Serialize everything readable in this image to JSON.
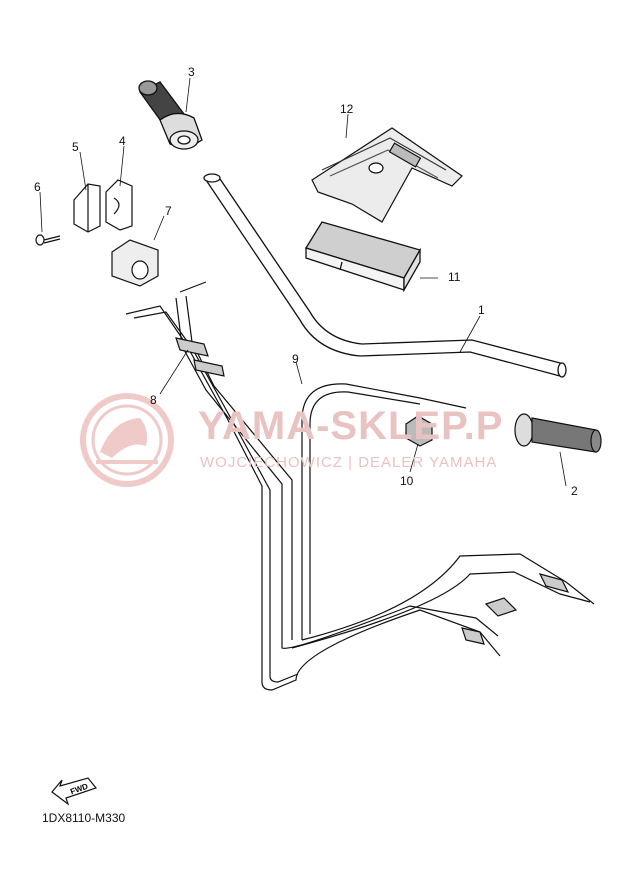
{
  "diagram_code": "1DX8110-M330",
  "fwd_label": "FWD",
  "watermark": {
    "title": "YAMA-SKLEP.P",
    "subtitle": "WOJCIECHOWICZ | DEALER YAMAHA"
  },
  "callouts": [
    {
      "id": "1",
      "part": "handlebar"
    },
    {
      "id": "2",
      "part": "grip-right"
    },
    {
      "id": "3",
      "part": "throttle-grip"
    },
    {
      "id": "4",
      "part": "handlebar-holder-upper"
    },
    {
      "id": "5",
      "part": "handlebar-holder"
    },
    {
      "id": "6",
      "part": "bolt"
    },
    {
      "id": "7",
      "part": "holder-block"
    },
    {
      "id": "8",
      "part": "throttle-cable-assy"
    },
    {
      "id": "9",
      "part": "clutch-cable"
    },
    {
      "id": "10",
      "part": "cable-adjuster"
    },
    {
      "id": "11",
      "part": "handlebar-pad"
    },
    {
      "id": "12",
      "part": "handlebar-cover"
    }
  ]
}
